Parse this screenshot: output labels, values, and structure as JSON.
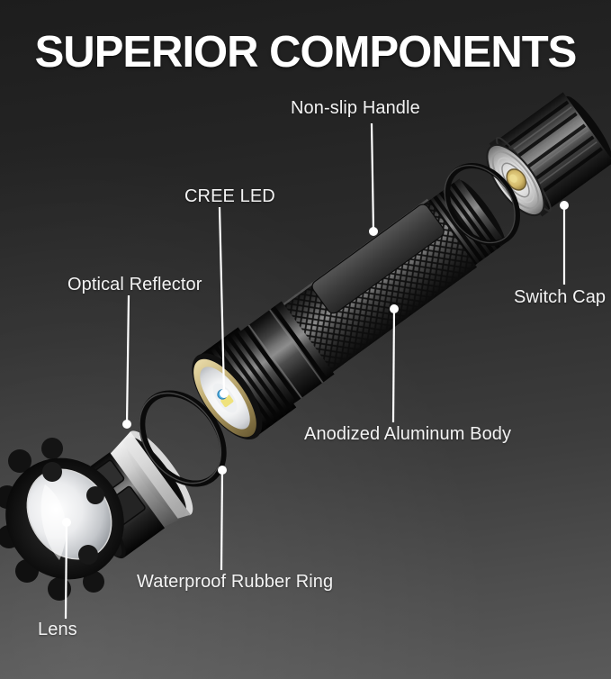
{
  "title": "SUPERIOR COMPONENTS",
  "callouts": [
    {
      "id": "non-slip-handle",
      "label": "Non-slip Handle",
      "target": "knurled grip of flashlight body"
    },
    {
      "id": "cree-led",
      "label": "CREE LED",
      "target": "LED emitter in flashlight head"
    },
    {
      "id": "optical-reflector",
      "label": "Optical Reflector",
      "target": "reflector ring assembly"
    },
    {
      "id": "switch-cap",
      "label": "Switch Cap",
      "target": "tail cap with brass contact button"
    },
    {
      "id": "anodized-aluminum-body",
      "label": "Anodized Aluminum Body",
      "target": "main barrel of flashlight"
    },
    {
      "id": "waterproof-rubber-ring",
      "label": "Waterproof Rubber Ring",
      "target": "black o-ring seal"
    },
    {
      "id": "lens",
      "label": "Lens",
      "target": "front lens in zoom head"
    }
  ],
  "colors": {
    "background_top": "#1d1d1d",
    "background_bottom": "#5a5a5a",
    "title_text": "#ffffff",
    "label_text": "#f3f3f3",
    "callout_line": "#ffffff",
    "led_blue": "#4aa9dd",
    "led_phosphor_yellow": "#efe27d",
    "reflector_gold": "#c3b077",
    "contact_button_brass": "#d9c077",
    "body_black": "#1a1a1a",
    "silver_chamfer": "#d9d9d9"
  }
}
